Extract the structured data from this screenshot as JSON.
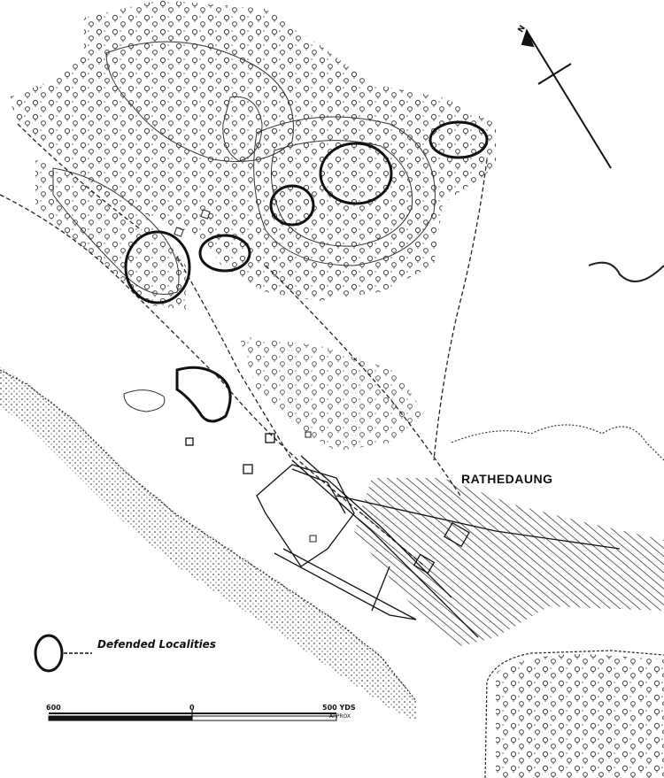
{
  "map": {
    "town_label": "RATHEDAUNG",
    "legend": {
      "symbol": "defended-locality-outline",
      "label": "Defended Localities"
    },
    "scale": {
      "left_label": "600",
      "mid_label": "0",
      "right_label": "500 YDS",
      "approx_label": "APPROX"
    },
    "north_arrow": {
      "label": "N"
    },
    "colors": {
      "ink": "#111111",
      "paper": "#ffffff"
    }
  }
}
